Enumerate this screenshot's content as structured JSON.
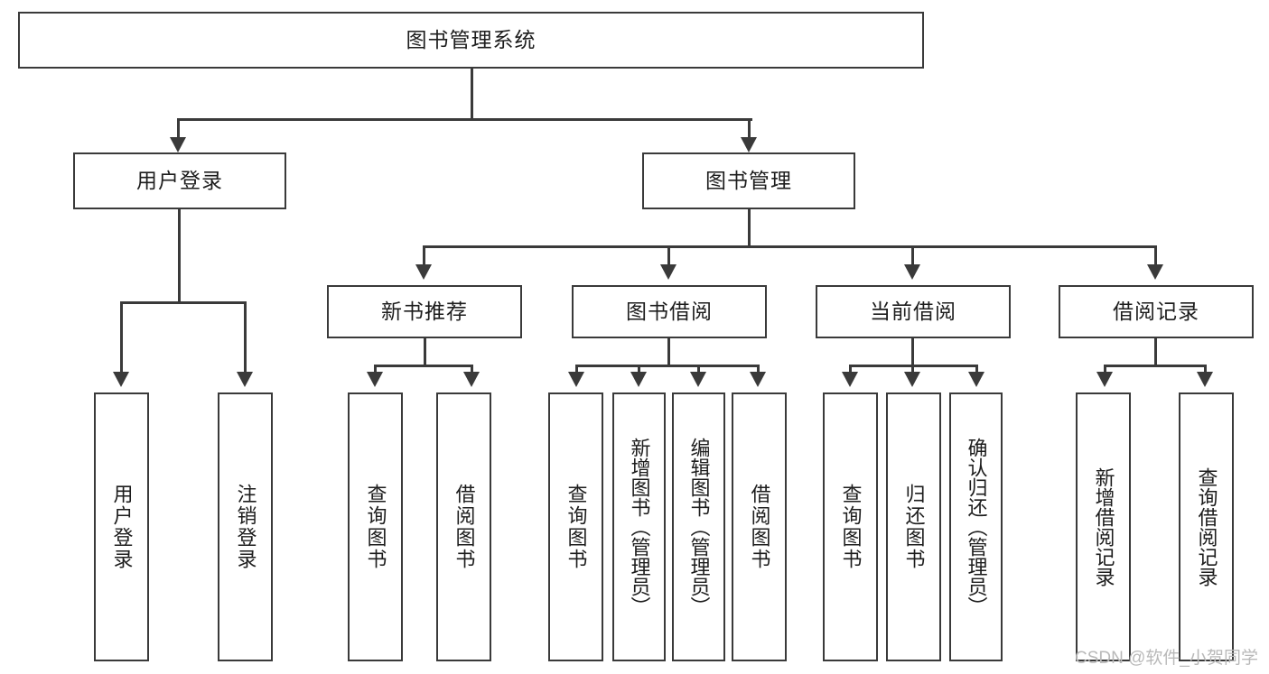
{
  "diagram": {
    "title": "图书管理系统",
    "root": {
      "label": "图书管理系统"
    },
    "level2": [
      {
        "label": "用户登录"
      },
      {
        "label": "图书管理"
      }
    ],
    "level3": [
      {
        "label": "新书推荐"
      },
      {
        "label": "图书借阅"
      },
      {
        "label": "当前借阅"
      },
      {
        "label": "借阅记录"
      }
    ],
    "leaves": {
      "user_login": [
        {
          "label": "用户登录"
        },
        {
          "label": "注销登录"
        }
      ],
      "new_book_recommend": [
        {
          "label": "查询图书"
        },
        {
          "label": "借阅图书"
        }
      ],
      "book_borrow": [
        {
          "label": "查询图书"
        },
        {
          "label": "新增图书（管理员）"
        },
        {
          "label": "编辑图书（管理员）"
        },
        {
          "label": "借阅图书"
        }
      ],
      "current_borrow": [
        {
          "label": "查询图书"
        },
        {
          "label": "归还图书"
        },
        {
          "label": "确认归还（管理员）"
        }
      ],
      "borrow_record": [
        {
          "label": "新增借阅记录"
        },
        {
          "label": "查询借阅记录"
        }
      ]
    }
  },
  "watermark": {
    "text": "CSDN @软件_小贺同学"
  },
  "colors": {
    "stroke": "#3a3a3a",
    "text": "#1d1d1d",
    "background": "#ffffff",
    "watermark": "#b9b9b9"
  }
}
